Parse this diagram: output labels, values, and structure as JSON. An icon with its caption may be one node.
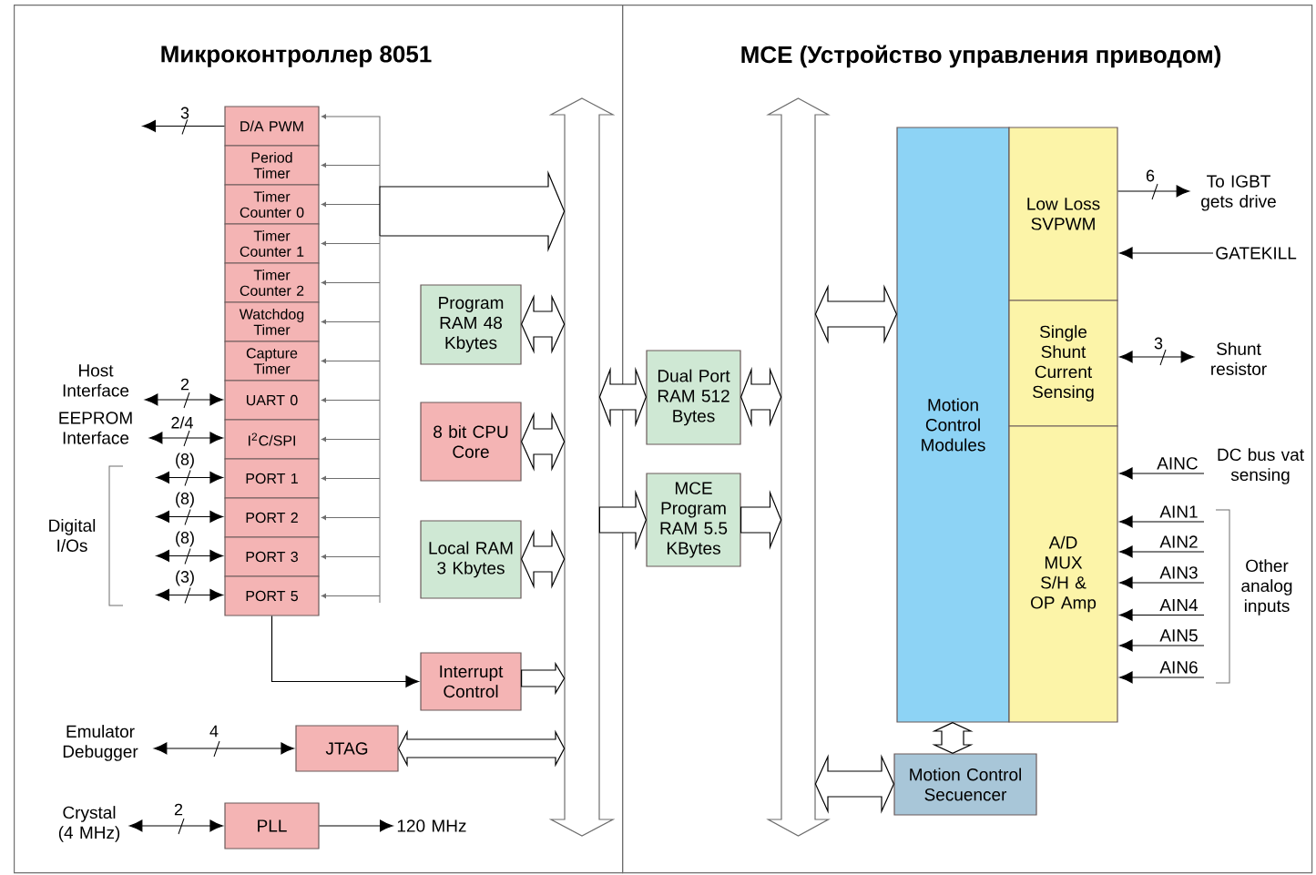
{
  "diagram": {
    "nodes": [
      {
        "text": [
          "Микроконтроллер 8051"
        ]
      },
      {
        "text": [
          "MCE (Устройство управления приводом)"
        ]
      },
      {
        "text": [
          "D/A PWM"
        ],
        "in": 0
      },
      {
        "text": [
          "Period Timer"
        ],
        "in": 0
      },
      {
        "text": [
          "Timer Counter 0"
        ],
        "in": 0
      },
      {
        "text": [
          "Timer Counter 1"
        ],
        "in": 0
      },
      {
        "text": [
          "Timer Counter 2"
        ],
        "in": 0
      },
      {
        "text": [
          "Watchdog Timer"
        ],
        "in": 0
      },
      {
        "text": [
          "Capture Timer"
        ],
        "in": 0
      },
      {
        "text": [
          "UART 0"
        ],
        "in": 0
      },
      {
        "text": [
          "I$^{2}$C/SPI"
        ],
        "in": 0
      },
      {
        "text": [
          "PORT 1"
        ],
        "in": 0
      },
      {
        "text": [
          "PORT 2"
        ],
        "in": 0
      },
      {
        "text": [
          "PORT 3"
        ],
        "in": 0
      },
      {
        "text": [
          "PORT 5"
        ],
        "in": 0
      },
      {
        "text": [
          "Program RAM 48 Kbytes"
        ],
        "in": 0
      },
      {
        "text": [
          "8 bit CPU Core"
        ],
        "in": 0
      },
      {
        "text": [
          "Local RAM 3 Kbytes"
        ],
        "in": 0
      },
      {
        "text": [
          "Interrupt Control"
        ],
        "in": 0
      },
      {
        "text": [
          "JTAG"
        ],
        "in": 0
      },
      {
        "text": [
          "PLL"
        ],
        "in": 0
      },
      {
        "text": [],
        "shape": "bar",
        "in": 0
      },
      {
        "text": [
          "Host Interface"
        ],
        "in": 0
      },
      {
        "text": [
          "EEPROM Interface"
        ],
        "in": 0
      },
      {
        "text": [
          "Emulator Debugger"
        ],
        "in": 0
      },
      {
        "text": [
          "Crystal (4 MHz)"
        ],
        "in": 0
      },
      {
        "text": [
          "120 MHz"
        ],
        "in": 0
      },
      {
        "text": [
          "Dual Port RAM 512 Bytes"
        ],
        "in": 1
      },
      {
        "text": [
          "MCE Program RAM 5.5 KBytes"
        ],
        "in": 1
      },
      {
        "text": [],
        "shape": "bar",
        "in": 1
      },
      {
        "text": [
          "Motion Control Modules"
        ],
        "in": 1
      },
      {
        "text": [
          "Low Loss SVPWM"
        ],
        "in": 1
      },
      {
        "text": [
          "Single Shunt Current Sensing"
        ],
        "in": 1
      },
      {
        "text": [
          "A/D MUX S/H & OP Amp"
        ],
        "in": 1
      },
      {
        "text": [
          "Motion Control Secuencer"
        ],
        "in": 1
      },
      {
        "text": [
          "To IGBT gets drive"
        ],
        "in": 1
      },
      {
        "text": [
          "GATEKILL"
        ],
        "in": 1
      },
      {
        "text": [
          "Shunt resistor"
        ],
        "in": 1
      }
    ],
    "edges": [
      {
        "from": 2,
        "to": null,
        "arrow": "to",
        "label": "3"
      },
      {
        "from": 22,
        "to": 9,
        "arrow": "both",
        "label": "2"
      },
      {
        "from": 23,
        "to": 10,
        "arrow": "both",
        "label": "2/4"
      },
      {
        "from": null,
        "to": 11,
        "arrow": "both",
        "label": "(8)"
      },
      {
        "from": null,
        "to": 12,
        "arrow": "both",
        "label": "(8)"
      },
      {
        "from": null,
        "to": 13,
        "arrow": "both",
        "label": "(8)"
      },
      {
        "from": null,
        "to": 14,
        "arrow": "both",
        "label": "(3)"
      },
      {
        "from": 24,
        "to": 19,
        "arrow": "both",
        "label": "4"
      },
      {
        "from": 25,
        "to": 20,
        "arrow": "both",
        "label": "2"
      },
      {
        "from": 20,
        "to": 26,
        "arrow": "to"
      },
      {
        "from": 14,
        "to": 18,
        "arrow": "to"
      },
      {
        "from": null,
        "to": 21,
        "arrow": "to"
      },
      {
        "from": 15,
        "to": 21,
        "arrow": "both"
      },
      {
        "from": 16,
        "to": 21,
        "arrow": "both"
      },
      {
        "from": 17,
        "to": 21,
        "arrow": "both"
      },
      {
        "from": 18,
        "to": 21,
        "arrow": "to"
      },
      {
        "from": 19,
        "to": 21,
        "arrow": "both"
      },
      {
        "from": 21,
        "to": 27,
        "arrow": "both"
      },
      {
        "from": 27,
        "to": 29,
        "arrow": "both"
      },
      {
        "from": 21,
        "to": 28,
        "arrow": "to"
      },
      {
        "from": 28,
        "to": 29,
        "arrow": "to"
      },
      {
        "from": 29,
        "to": 30,
        "arrow": "both"
      },
      {
        "from": 29,
        "to": 34,
        "arrow": "both"
      },
      {
        "from": 30,
        "to": 34,
        "arrow": "both"
      },
      {
        "from": 31,
        "to": 35,
        "arrow": "to",
        "label": "6"
      },
      {
        "from": 36,
        "to": 31,
        "arrow": "to"
      },
      {
        "from": 32,
        "to": 37,
        "arrow": "both",
        "label": "3"
      },
      {
        "from": null,
        "to": 33,
        "arrow": "to",
        "label": "AINC"
      },
      {
        "from": null,
        "to": 33,
        "arrow": "to",
        "label": "AIN1"
      },
      {
        "from": null,
        "to": 33,
        "arrow": "to",
        "label": "AIN2"
      },
      {
        "from": null,
        "to": 33,
        "arrow": "to",
        "label": "AIN3"
      },
      {
        "from": null,
        "to": 33,
        "arrow": "to",
        "label": "AIN4"
      },
      {
        "from": null,
        "to": 33,
        "arrow": "to",
        "label": "AIN5"
      },
      {
        "from": null,
        "to": 33,
        "arrow": "to",
        "label": "AIN6"
      }
    ],
    "labels": [
      "Digital I/Os",
      "DC bus vat sensing",
      "Other analog inputs"
    ]
  }
}
